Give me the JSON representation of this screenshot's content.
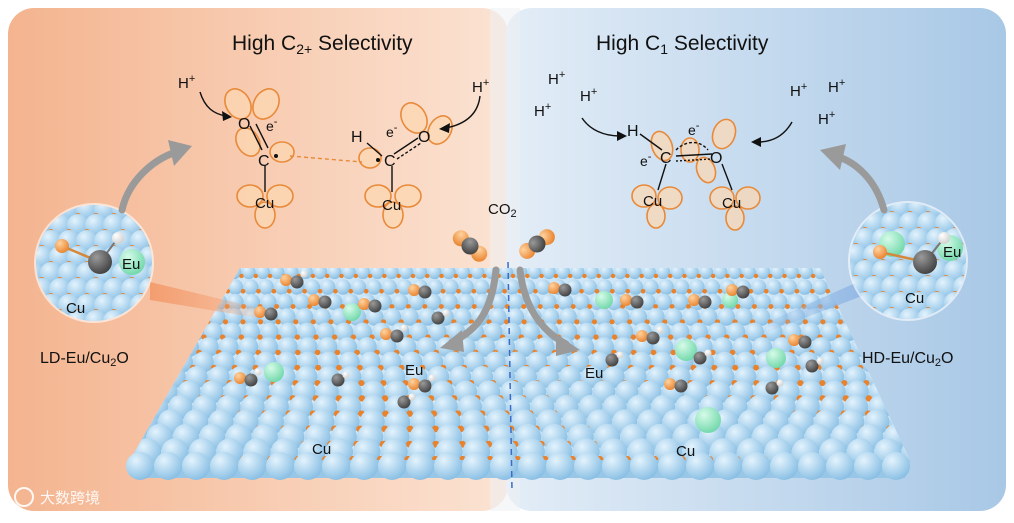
{
  "titles": {
    "left_prefix": "High C",
    "left_sub": "2+",
    "left_suffix": " Selectivity",
    "right_prefix": "High C",
    "right_sub": "1",
    "right_suffix": " Selectivity"
  },
  "labels": {
    "proton": "H",
    "plus": "+",
    "electron": "e",
    "minus": "-",
    "oxygen": "O",
    "carbon": "C",
    "hydrogen": "H",
    "copper": "Cu",
    "europium": "Eu",
    "co2_main": "CO",
    "co2_sub": "2",
    "left_catalyst_prefix": "LD-Eu/Cu",
    "left_catalyst_sub": "2",
    "left_catalyst_suffix": "O",
    "right_catalyst_prefix": "HD-Eu/Cu",
    "right_catalyst_sub": "2",
    "right_catalyst_suffix": "O"
  },
  "watermark": "大数跨境",
  "colors": {
    "left_panel": "#f7c9ad",
    "right_panel": "#c9dcef",
    "copper_atom": "#a9d3ee",
    "oxygen_atom": "#f3a04b",
    "europium_atom": "#8fe3c1",
    "carbon_atom": "#5d5d5d",
    "orbital_fill": "#fcd7b0",
    "orbital_stroke": "#e88a3a"
  }
}
